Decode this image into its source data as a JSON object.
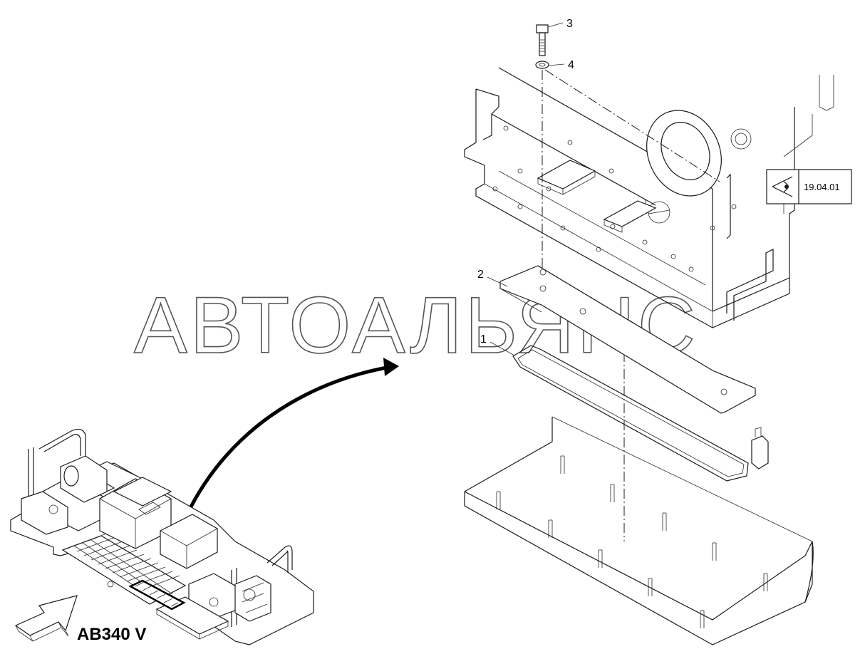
{
  "watermark": "АВТОАЛЬЯНС",
  "model_label": "AB340 V",
  "reference_box": {
    "code": "19.04.01",
    "icon": "eye-icon"
  },
  "callouts": [
    {
      "number": "1",
      "part": "seal"
    },
    {
      "number": "2",
      "part": "cover-plate"
    },
    {
      "number": "3",
      "part": "bolt"
    },
    {
      "number": "4",
      "part": "washer"
    }
  ]
}
